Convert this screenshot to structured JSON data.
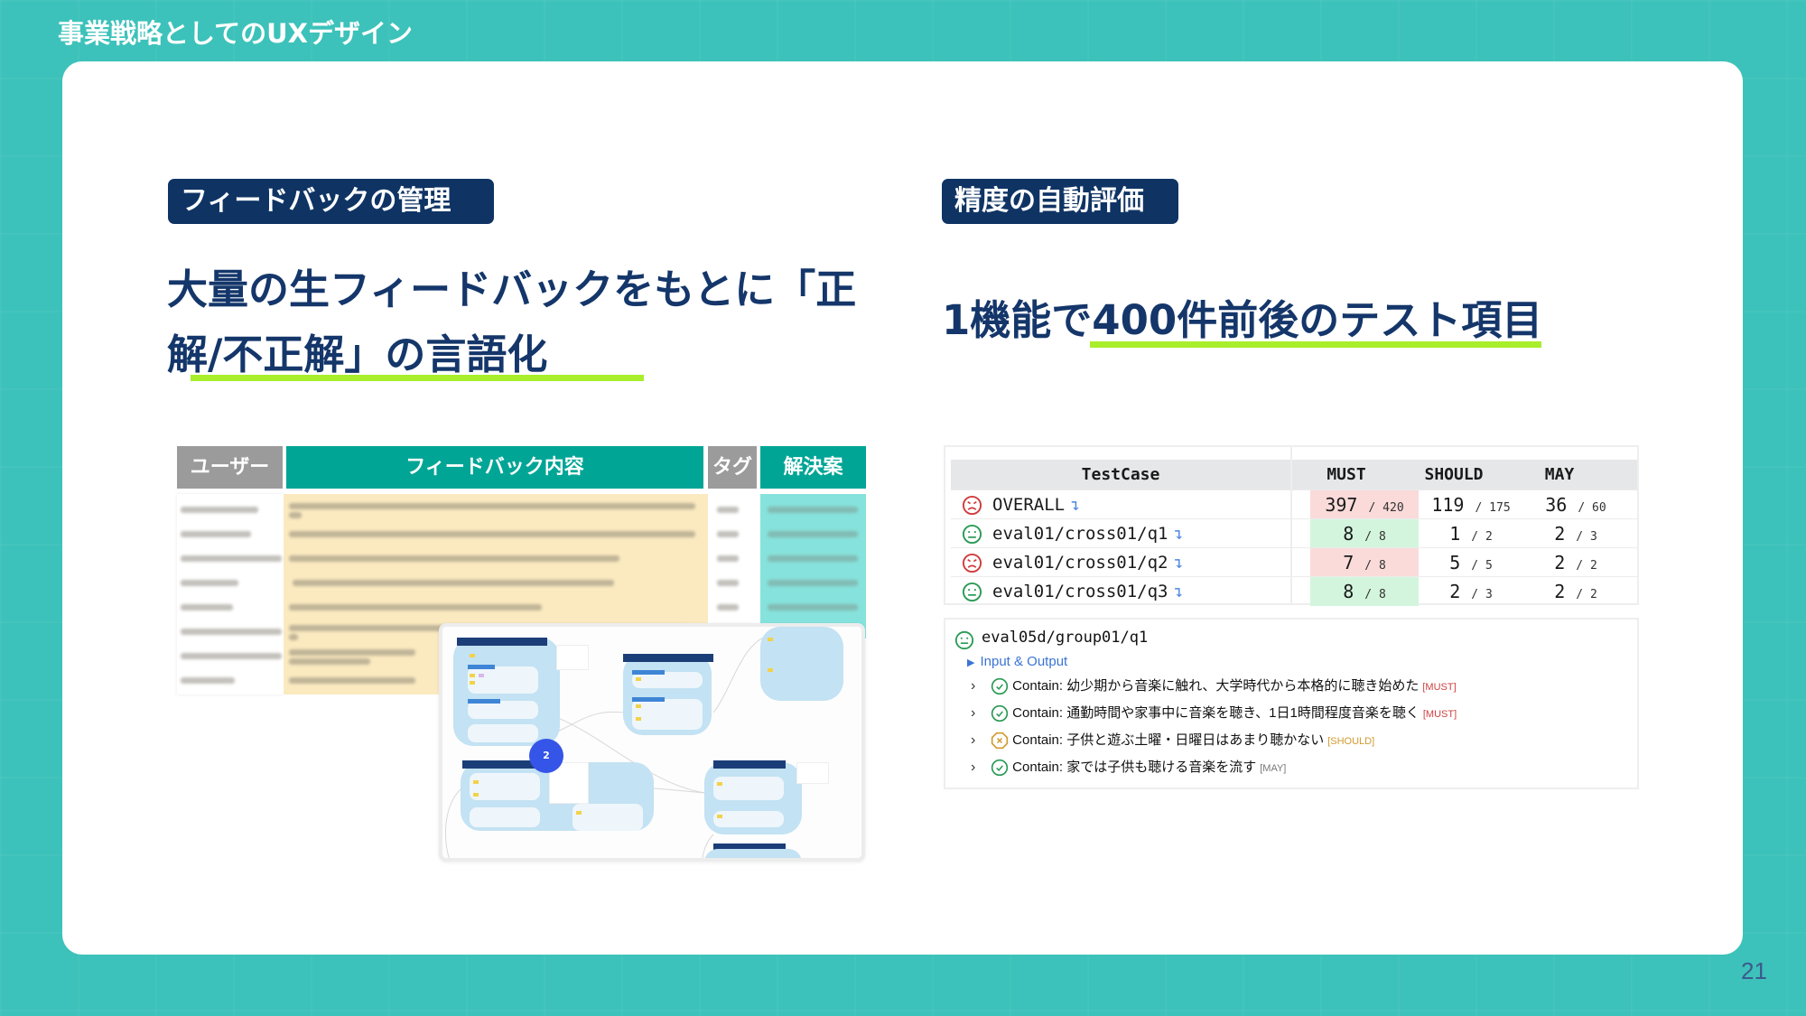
{
  "slide": {
    "title": "事業戦略としてのUXデザイン",
    "page_number": "21"
  },
  "left": {
    "badge": "フィードバックの管理",
    "headline_line1": "大量の生フィードバックをもとに「正",
    "headline_line2": "解/不正解」の言語化",
    "table": {
      "headers": [
        "ユーザー",
        "フィードバック内容",
        "タグ",
        "解決案"
      ],
      "rows_note": "blurred",
      "row_count": 8
    },
    "mindmap": {
      "badge_count": "2"
    }
  },
  "right": {
    "badge": "精度の自動評価",
    "headline": "1機能で400件前後のテスト項目",
    "testcase_table": {
      "headers": [
        "TestCase",
        "MUST",
        "SHOULD",
        "MAY"
      ],
      "rows": [
        {
          "name": "OVERALL",
          "status": "fail",
          "must": "397",
          "must_total": "/ 420",
          "must_state": "fail",
          "should": "119",
          "should_total": "/ 175",
          "may": "36",
          "may_total": "/ 60"
        },
        {
          "name": "eval01/cross01/q1",
          "status": "pass",
          "must": "8",
          "must_total": "/ 8",
          "must_state": "pass",
          "should": "1",
          "should_total": "/ 2",
          "may": "2",
          "may_total": "/ 3"
        },
        {
          "name": "eval01/cross01/q2",
          "status": "fail",
          "must": "7",
          "must_total": "/ 8",
          "must_state": "fail",
          "should": "5",
          "should_total": "/ 5",
          "may": "2",
          "may_total": "/ 2"
        },
        {
          "name": "eval01/cross01/q3",
          "status": "pass",
          "must": "8",
          "must_total": "/ 8",
          "must_state": "pass",
          "should": "2",
          "should_total": "/ 3",
          "may": "2",
          "may_total": "/ 2"
        }
      ],
      "jump_icon": "↴"
    },
    "detail": {
      "title": "eval05d/group01/q1",
      "io_label": "Input & Output",
      "checks": [
        {
          "result": "pass",
          "text": "Contain: 幼少期から音楽に触れ、大学時代から本格的に聴き始めた",
          "level": "[MUST]"
        },
        {
          "result": "pass",
          "text": "Contain: 通勤時間や家事中に音楽を聴き、1日1時間程度音楽を聴く",
          "level": "[MUST]"
        },
        {
          "result": "fail",
          "text": "Contain: 子供と遊ぶ土曜・日曜日はあまり聴かない",
          "level": "[SHOULD]"
        },
        {
          "result": "pass",
          "text": "Contain: 家では子供も聴ける音楽を流す",
          "level": "[MAY]"
        }
      ]
    }
  },
  "colors": {
    "background": "#3cc2ba",
    "navy": "#0f3464",
    "headline": "#14366a",
    "underline": "#a8ee2a",
    "teal_header": "#00a596",
    "gray_header": "#9b9b9b",
    "pass_bg": "#d3f5dd",
    "fail_bg": "#fbdada",
    "pass_icon": "#2a9a55",
    "fail_icon": "#d03b3b",
    "warn_icon": "#d19a2e"
  }
}
